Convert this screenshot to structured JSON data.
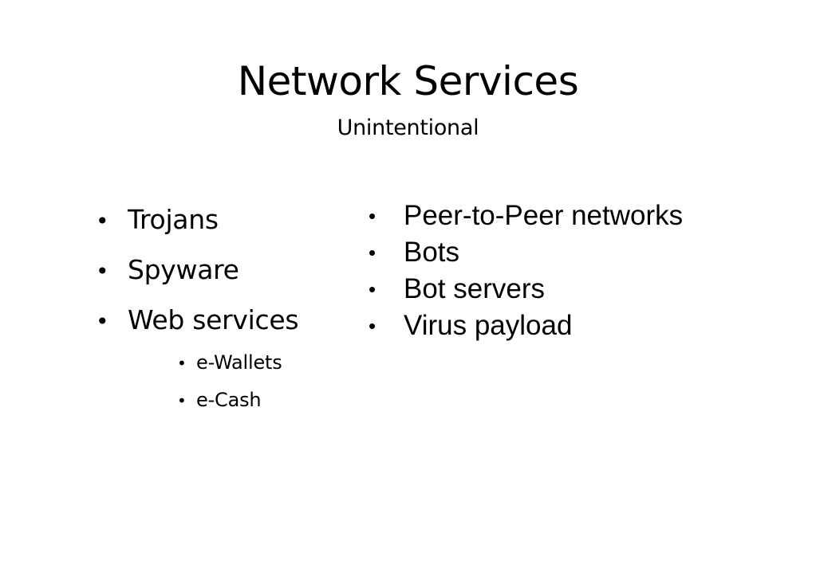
{
  "slide": {
    "title": "Network Services",
    "subtitle": "Unintentional",
    "bullet_glyph": "•",
    "left_list": {
      "items": [
        {
          "label": "Trojans"
        },
        {
          "label": "Spyware"
        },
        {
          "label": "Web services",
          "children": [
            {
              "label": "e-Wallets"
            },
            {
              "label": "e-Cash"
            }
          ]
        }
      ]
    },
    "right_list": {
      "items": [
        {
          "label": "Peer-to-Peer networks"
        },
        {
          "label": "Bots"
        },
        {
          "label": "Bot servers"
        },
        {
          "label": "Virus payload"
        }
      ]
    }
  }
}
